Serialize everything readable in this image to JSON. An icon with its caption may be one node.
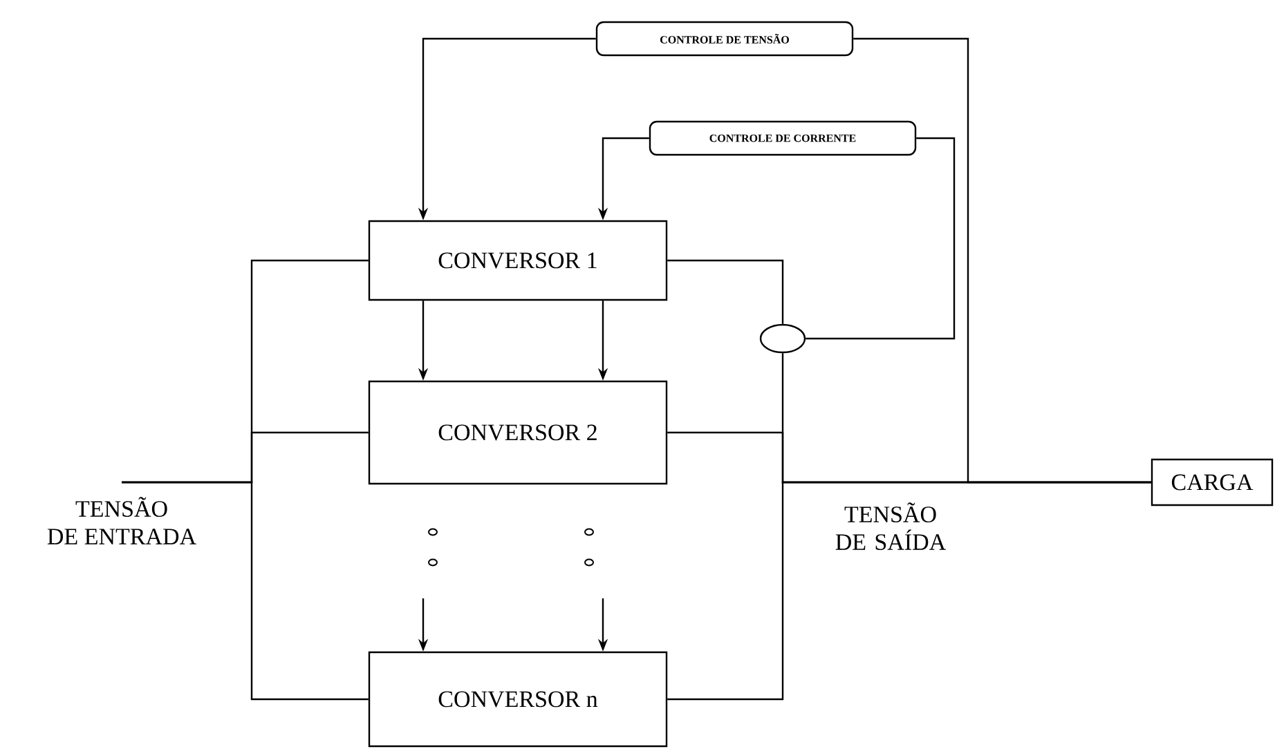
{
  "diagram": {
    "nodes": [
      {
        "text": [
          "CONTROLE DE TENSÃO"
        ]
      },
      {
        "text": [
          "CONTROLE DE CORRENTE"
        ]
      },
      {
        "text": [
          "CONVERSOR 1"
        ]
      },
      {
        "text": [
          "CONVERSOR 2"
        ]
      },
      {
        "text": [
          "CONVERSOR n"
        ]
      },
      {
        "text": [
          "CARGA"
        ]
      },
      {
        "text": [],
        "shape": "ellipse"
      },
      {
        "text": [
          "TENSÃO DE ENTRADA"
        ]
      }
    ],
    "edges": [
      {
        "from": 0,
        "to": 2,
        "arrow": "to"
      },
      {
        "from": 1,
        "to": 2,
        "arrow": "to"
      },
      {
        "from": 2,
        "to": 3,
        "arrow": "to"
      },
      {
        "from": 2,
        "to": 3,
        "arrow": "to"
      },
      {
        "from": null,
        "to": 4,
        "arrow": "to"
      },
      {
        "from": null,
        "to": 4,
        "arrow": "to"
      },
      {
        "from": 7,
        "to": 2,
        "arrow": "none"
      },
      {
        "from": 7,
        "to": 3,
        "arrow": "none"
      },
      {
        "from": 7,
        "to": 4,
        "arrow": "none"
      },
      {
        "from": 2,
        "to": 6,
        "arrow": "none"
      },
      {
        "from": 6,
        "to": 5,
        "arrow": "none"
      },
      {
        "from": 3,
        "to": 5,
        "arrow": "none"
      },
      {
        "from": 4,
        "to": 5,
        "arrow": "none"
      },
      {
        "from": 6,
        "to": 1,
        "arrow": "none"
      },
      {
        "from": 5,
        "to": 0,
        "arrow": "none"
      }
    ],
    "labels": [
      "TENSÃO DE SAÍDA"
    ]
  }
}
